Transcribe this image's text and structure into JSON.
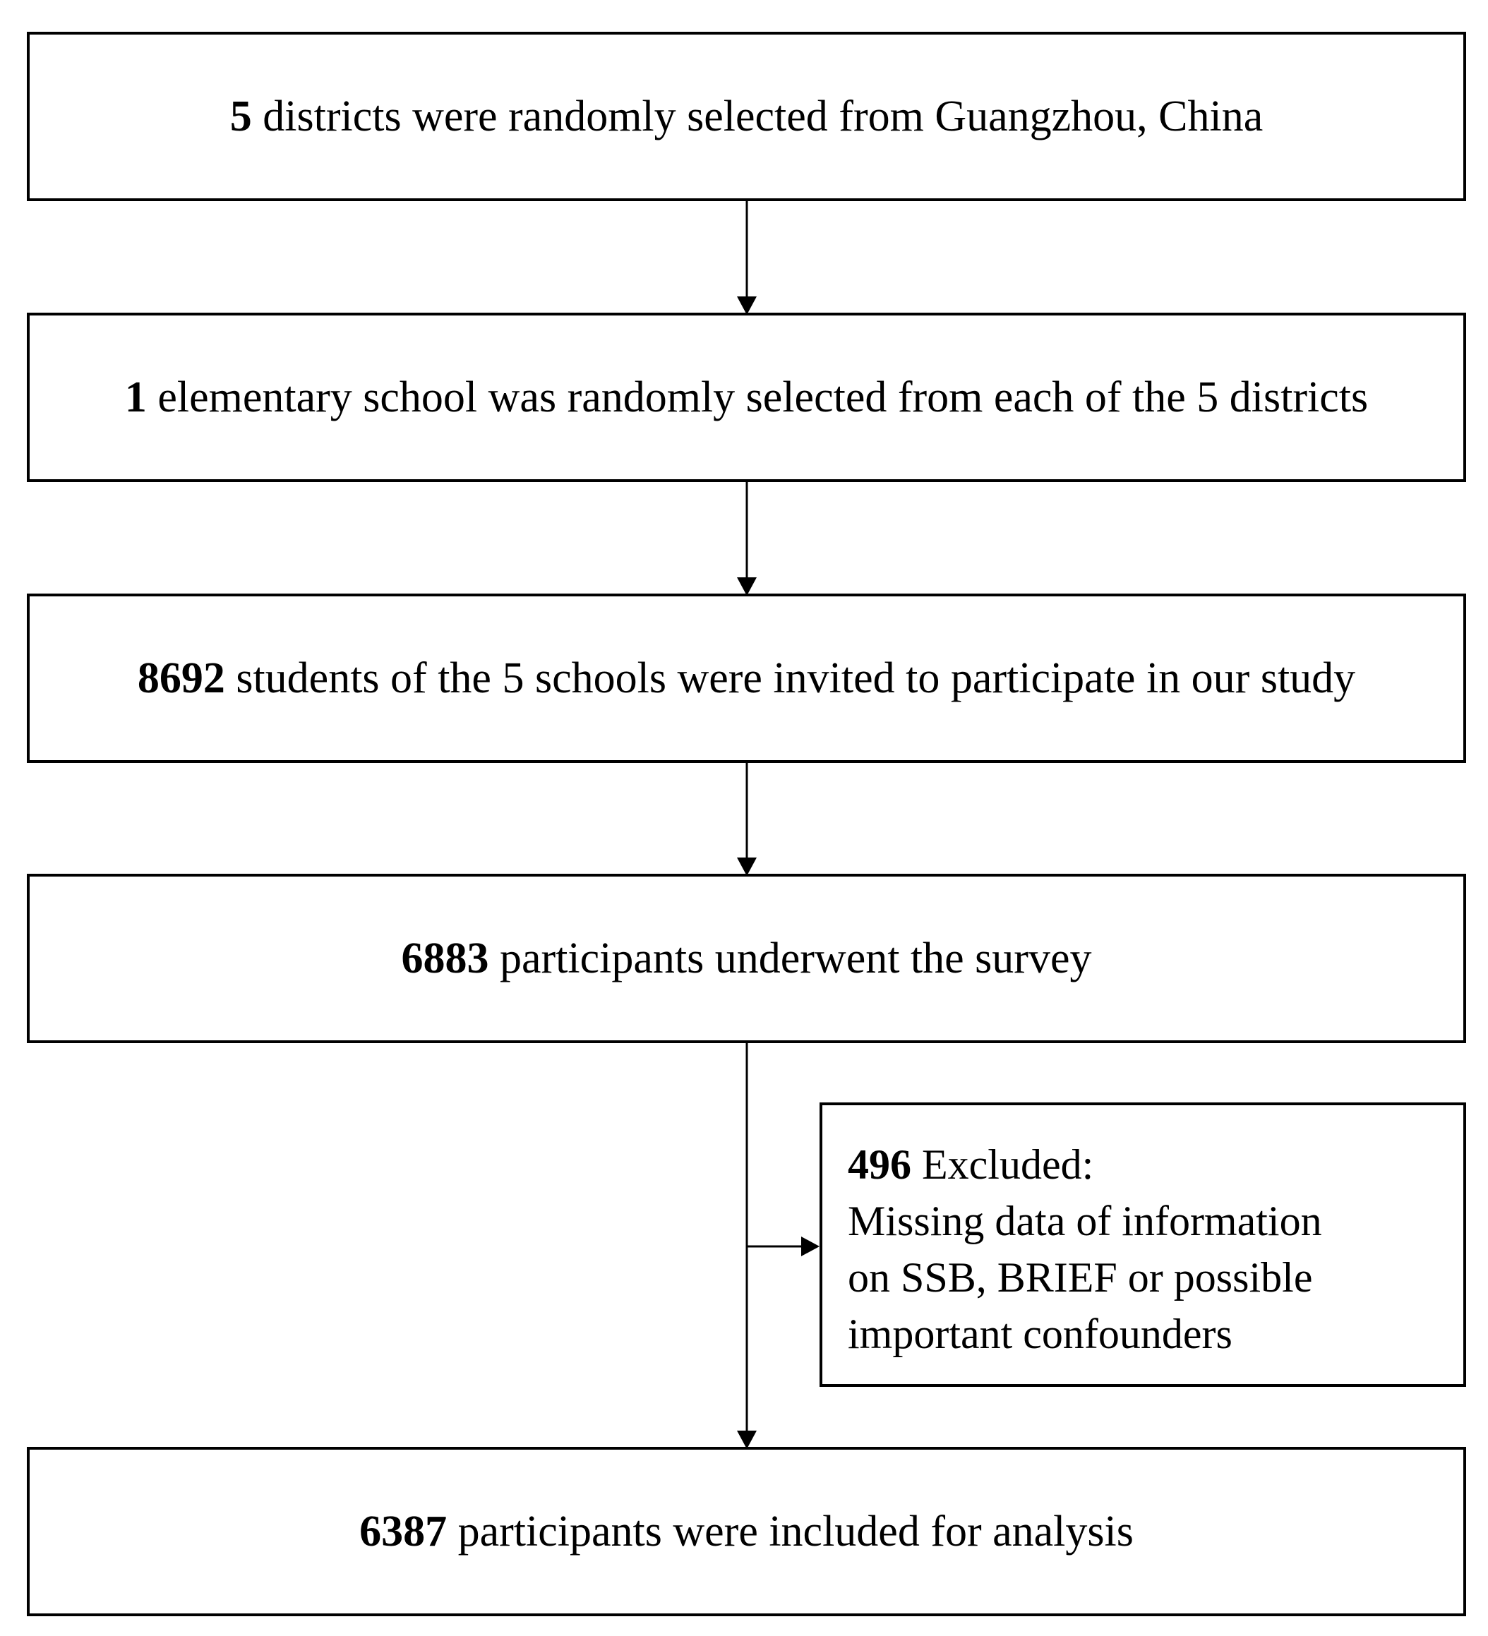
{
  "colors": {
    "line": "#000000",
    "background": "#ffffff"
  },
  "boxes": [
    {
      "number": "5",
      "text": " districts were randomly selected from Guangzhou, China"
    },
    {
      "number": "1",
      "text": " elementary school was randomly selected from each of the 5 districts"
    },
    {
      "number": "8692",
      "text": " students of the 5 schools were invited to participate in our study"
    },
    {
      "number": "6883",
      "text": " participants underwent the survey"
    },
    {
      "number": "6387",
      "text": " participants were included for analysis"
    }
  ],
  "excluded": {
    "number": "496",
    "title": " Excluded:",
    "lines": [
      "Missing data of information",
      "on SSB, BRIEF or possible",
      "important confounders"
    ]
  }
}
